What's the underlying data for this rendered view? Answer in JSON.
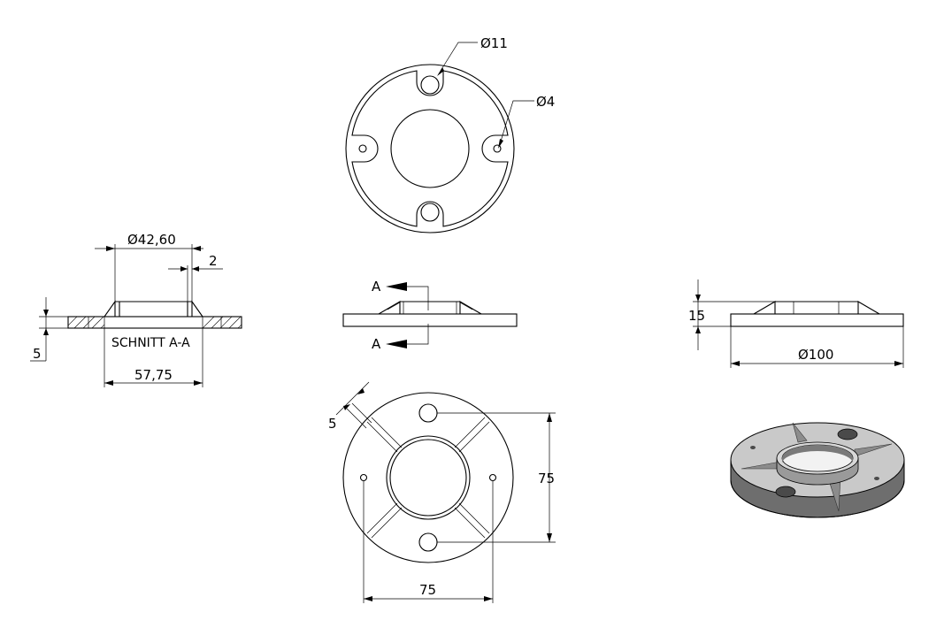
{
  "dimensions": {
    "hole_diameter": "Ø11",
    "pin_diameter": "Ø4",
    "tube_diameter": "Ø42,60",
    "wall": "2",
    "plate_thickness": "5",
    "section_width": "57,75",
    "height": "15",
    "outer_diameter": "Ø100",
    "rib_width": "5",
    "hole_spacing_vertical": "75",
    "hole_spacing_horizontal": "75"
  },
  "labels": {
    "section_title": "SCHNITT A-A",
    "section_marker_top": "A",
    "section_marker_bottom": "A"
  }
}
